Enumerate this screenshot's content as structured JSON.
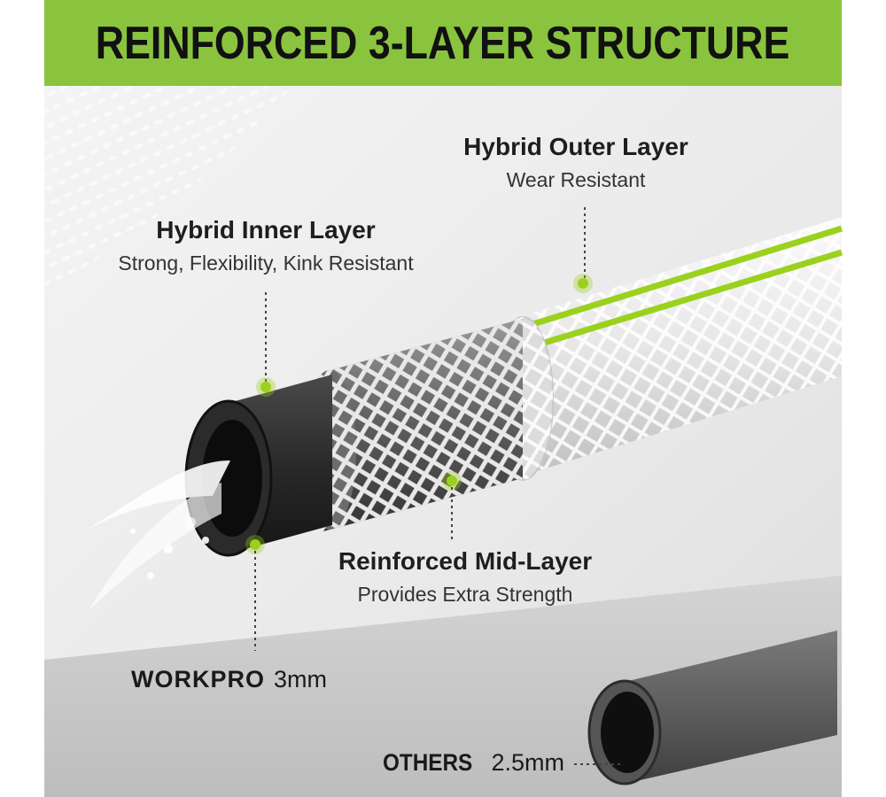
{
  "header": {
    "title": "REINFORCED 3-LAYER STRUCTURE",
    "bg_color": "#8ac43f"
  },
  "accent_color": "#9bd11e",
  "layers": {
    "outer": {
      "title": "Hybrid Outer Layer",
      "subtitle": "Wear Resistant"
    },
    "inner": {
      "title": "Hybrid Inner Layer",
      "subtitle": "Strong, Flexibility, Kink Resistant"
    },
    "mid": {
      "title": "Reinforced Mid-Layer",
      "subtitle": "Provides Extra Strength"
    }
  },
  "comparison": {
    "workpro": {
      "brand": "WORKPRO",
      "thickness": "3mm"
    },
    "others": {
      "brand": "OTHERS",
      "thickness": "2.5mm"
    }
  }
}
